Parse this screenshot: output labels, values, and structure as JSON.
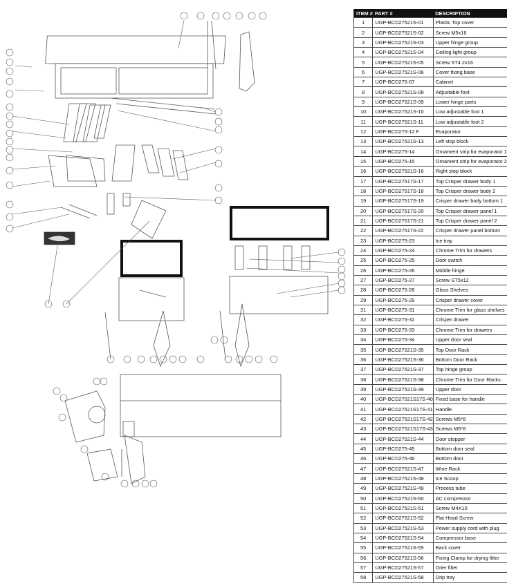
{
  "table": {
    "headers": {
      "item": "ITEM #",
      "part": "PART #",
      "description": "DESCRIPTION"
    },
    "rows": [
      {
        "item": "1",
        "part": "UGP-BCD27521S-01",
        "description": "Plastic Top cover"
      },
      {
        "item": "2",
        "part": "UGP-BCD27521S-02",
        "description": "Screw M5x16"
      },
      {
        "item": "3",
        "part": "UGP-BCD27521S-03",
        "description": "Upper hinge group"
      },
      {
        "item": "4",
        "part": "UGP-BCD27521S-04",
        "description": "Ceiling light group"
      },
      {
        "item": "5",
        "part": "UGP-BCD27521S-05",
        "description": "Screw ST4.2x16"
      },
      {
        "item": "6",
        "part": "UGP-BCD27521S-06",
        "description": "Cover fixing base"
      },
      {
        "item": "7",
        "part": "UGP-BCD275-07",
        "description": "Cabinet"
      },
      {
        "item": "8",
        "part": "UGP-BCD27521S-08",
        "description": "Adjustable foot"
      },
      {
        "item": "9",
        "part": "UGP-BCD27521S-09",
        "description": "Lower hinge parts"
      },
      {
        "item": "10",
        "part": "UGP-BCD27521S-10",
        "description": "Low adjustable foot 1"
      },
      {
        "item": "11",
        "part": "UGP-BCD27521S-11",
        "description": "Low adjustable foot 2"
      },
      {
        "item": "12",
        "part": "UGP-BCD275-12 F",
        "description": "Evaporator"
      },
      {
        "item": "13",
        "part": "UGP-BCD27521S-13",
        "description": "Left stop block"
      },
      {
        "item": "14",
        "part": "UGP-BCD275-14",
        "description": "Ornament strip for evaporator 1"
      },
      {
        "item": "15",
        "part": "UGP-BCD275-15",
        "description": "Ornament strip for evaporator 2"
      },
      {
        "item": "16",
        "part": "UGP-BCD27521S-16",
        "description": "Right stop block"
      },
      {
        "item": "17",
        "part": "UGP-BCD27517S-17",
        "description": "Top Crisper drawer body 1"
      },
      {
        "item": "18",
        "part": "UGP-BCD27517S-18",
        "description": "Top Crisper drawer body 2"
      },
      {
        "item": "19",
        "part": "UGP-BCD27517S-19",
        "description": "Crisper drawer body bottom 1"
      },
      {
        "item": "20",
        "part": "UGP-BCD27517S-20",
        "description": "Top Crisper drawer panel 1"
      },
      {
        "item": "21",
        "part": "UGP-BCD27517S-21",
        "description": "Top Crisper drawer panel 2"
      },
      {
        "item": "22",
        "part": "UGP-BCD27517S-22",
        "description": "Crisper drawer panel bottom"
      },
      {
        "item": "23",
        "part": "UGP-BCD275-23",
        "description": "Ice tray"
      },
      {
        "item": "24",
        "part": "UGP-BCD275-24",
        "description": "Chrome Trim for drawers"
      },
      {
        "item": "25",
        "part": "UGP-BCD275-25",
        "description": "Door switch"
      },
      {
        "item": "26",
        "part": "UGP-BCD275-26",
        "description": "Middle hinge"
      },
      {
        "item": "27",
        "part": "UGP-BCD275-27",
        "description": "Screw ST5x12"
      },
      {
        "item": "28",
        "part": "UGP-BCD275-28",
        "description": "Glass Shelves"
      },
      {
        "item": "29",
        "part": "UGP-BCD275-29",
        "description": "Crisper drawer cover"
      },
      {
        "item": "31",
        "part": "UGP-BCD275-31",
        "description": "Chrome Trim for glass shelves"
      },
      {
        "item": "32",
        "part": "UGP-BCD275-32",
        "description": "Crisper drawer"
      },
      {
        "item": "33",
        "part": "UGP-BCD275-33",
        "description": "Chrome Trim for drawers"
      },
      {
        "item": "34",
        "part": "UGP-BCD275-34",
        "description": "Upper door seal"
      },
      {
        "item": "35",
        "part": "UGP-BCD27521S-35",
        "description": "Top Door Rack"
      },
      {
        "item": "36",
        "part": "UGP-BCD27521S-36",
        "description": "Bottom Door Rack"
      },
      {
        "item": "37",
        "part": "UGP-BCD27521S-37",
        "description": "Top hinge group"
      },
      {
        "item": "38",
        "part": "UGP-BCD27521S-38",
        "description": "Chrome Trim for Door Racks"
      },
      {
        "item": "39",
        "part": "UGP-BCD27521S-39",
        "description": "Upper door"
      },
      {
        "item": "40",
        "part": "UGP-BCD27521S17S-40",
        "description": "Fixed base for handle"
      },
      {
        "item": "41",
        "part": "UGP-BCD27521S17S-41",
        "description": "Handle"
      },
      {
        "item": "42",
        "part": "UGP-BCD27521S17S-42",
        "description": "Screws M5*8"
      },
      {
        "item": "43",
        "part": "UGP-BCD27521S17S-43",
        "description": "Screws M5*8"
      },
      {
        "item": "44",
        "part": "UGP-BCD27521S-44",
        "description": "Door stopper"
      },
      {
        "item": "45",
        "part": "UGP-BCD275-45",
        "description": "Bottom door seal"
      },
      {
        "item": "46",
        "part": "UGP-BCD275-46",
        "description": "Bottom door"
      },
      {
        "item": "47",
        "part": "UGP-BCD27521S-47",
        "description": "Wine Rack"
      },
      {
        "item": "48",
        "part": "UGP-BCD27521S-48",
        "description": "Ice Scoop"
      },
      {
        "item": "49",
        "part": "UGP-BCD27521S-49",
        "description": "Process tube"
      },
      {
        "item": "50",
        "part": "UGP-BCD27521S-50",
        "description": "AC compressor"
      },
      {
        "item": "51",
        "part": "UGP-BCD27521S-51",
        "description": "Screw M4X10"
      },
      {
        "item": "52",
        "part": "UGP-BCD27521S-52",
        "description": "Flat Head Screw"
      },
      {
        "item": "53",
        "part": "UGP-BCD27521S-53",
        "description": "Power supply cord with plug"
      },
      {
        "item": "54",
        "part": "UGP-BCD27521S-54",
        "description": "Compressor base"
      },
      {
        "item": "55",
        "part": "UGP-BCD27521S-55",
        "description": "Back cover"
      },
      {
        "item": "56",
        "part": "UGP-BCD27521S-56",
        "description": "Fixing Clamp for drying filter"
      },
      {
        "item": "57",
        "part": "UGP-BCD27521S-57",
        "description": "Drier filter"
      },
      {
        "item": "58",
        "part": "UGP-BCD27521S-58",
        "description": "Drip tray"
      }
    ]
  },
  "colors": {
    "line": "#444444",
    "header_bg": "#111111",
    "header_text": "#ffffff"
  }
}
